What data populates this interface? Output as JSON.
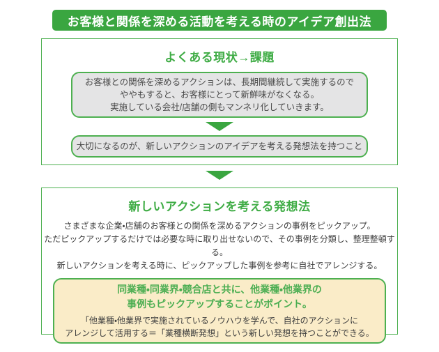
{
  "colors": {
    "green": "#3aa640",
    "border_green": "#4db050",
    "title_green": "#3fac45",
    "gray_fill": "#e4e4e5",
    "cream_fill": "#faecc8",
    "text_dark": "#3e3e3e",
    "header_text": "#ffffff"
  },
  "header": {
    "title": "お客様と関係を深める活動を考える時のアイデア創出法"
  },
  "section1": {
    "title": "よくある現状→課題",
    "problem_lines": [
      "お客様との関係を深めるアクションは、長期間継続して実施するので",
      "ややもすると、お客様にとって新鮮味がなくなる。",
      "実施している会社/店舗の側もマンネリ化していきます。"
    ],
    "conclusion": "大切になるのが、新しいアクションのアイデアを考える発想法を持つこと"
  },
  "section2": {
    "title": "新しいアクションを考える発想法",
    "body_lines": [
      "さまざまな企業・店舗のお客様との関係を深めるアクションの事例をピックアップ。",
      "ただピックアップするだけでは必要な時に取り出せないので、その事例を分類し、整理整頓する。",
      "新しいアクションを考える時に、ピックアップした事例を参考に自社でアレンジする。"
    ],
    "highlight": {
      "point_lines": [
        "同業種・同業界・競合店と共に、他業種・他業界の",
        "事例もピックアップすることがポイント。"
      ],
      "detail_lines": [
        "「他業種・他業界で実施されているノウハウを学んで、自社のアクションに",
        "アレンジして活用する＝「業種横断発想」という新しい発想を持つことができる。"
      ]
    }
  }
}
